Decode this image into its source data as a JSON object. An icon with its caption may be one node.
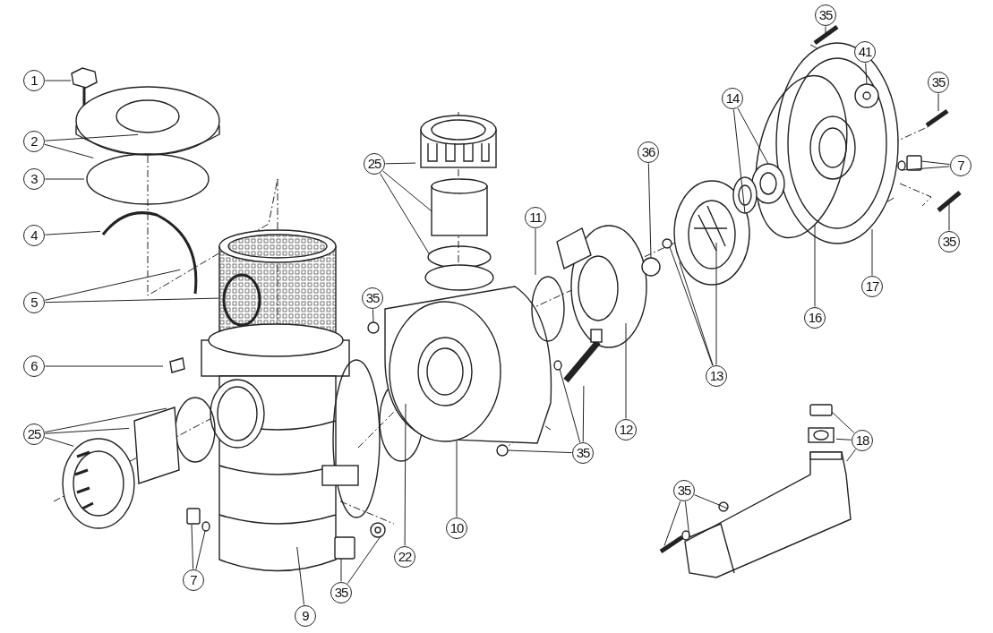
{
  "diagram": {
    "nodes": [
      {
        "text": [
          "1"
        ]
      },
      {
        "text": [
          "2"
        ]
      },
      {
        "text": [
          "3"
        ]
      },
      {
        "text": [
          "4"
        ]
      },
      {
        "text": [
          "5"
        ]
      },
      {
        "text": [
          "6"
        ]
      },
      {
        "text": [
          "25"
        ]
      },
      {
        "text": [
          "7"
        ]
      },
      {
        "text": [
          "9"
        ]
      },
      {
        "text": [
          "35"
        ]
      },
      {
        "text": [
          "22"
        ]
      },
      {
        "text": [
          "25"
        ]
      },
      {
        "text": [
          "35"
        ]
      },
      {
        "text": [
          "10"
        ]
      },
      {
        "text": [
          "11"
        ]
      },
      {
        "text": [
          "35"
        ]
      },
      {
        "text": [
          "12"
        ]
      },
      {
        "text": [
          "36"
        ]
      },
      {
        "text": [
          "13"
        ]
      },
      {
        "text": [
          "14"
        ]
      },
      {
        "text": [
          "35"
        ]
      },
      {
        "text": [
          "41"
        ]
      },
      {
        "text": [
          "35"
        ]
      },
      {
        "text": [
          "7"
        ]
      },
      {
        "text": [
          "35"
        ]
      },
      {
        "text": [
          "17"
        ]
      },
      {
        "text": [
          "16"
        ]
      },
      {
        "text": [
          "18"
        ]
      },
      {
        "text": [
          "35"
        ]
      },
      {
        "text": [],
        "shape": "box"
      },
      {
        "text": [],
        "shape": "circle"
      },
      {
        "text": [],
        "shape": "box"
      },
      {
        "text": [],
        "shape": "picture"
      },
      {
        "text": [],
        "shape": "circle"
      },
      {
        "text": [],
        "shape": "circle"
      },
      {
        "text": [],
        "shape": "picture"
      },
      {
        "text": [],
        "shape": "picture"
      },
      {
        "text": [],
        "shape": "circle"
      },
      {
        "text": [],
        "shape": "box"
      },
      {
        "text": [],
        "shape": "circle"
      },
      {
        "text": [],
        "shape": "circle"
      },
      {
        "text": [],
        "shape": "circle"
      },
      {
        "text": [],
        "shape": "circle"
      },
      {
        "text": [],
        "shape": "circle"
      },
      {
        "text": [],
        "shape": "box"
      },
      {
        "text": [],
        "shape": "picture"
      }
    ],
    "edges": [
      {
        "from": 0,
        "to": null,
        "arrow": "none"
      },
      {
        "from": 1,
        "to": null,
        "arrow": "none"
      },
      {
        "from": 1,
        "to": null,
        "arrow": "none"
      },
      {
        "from": 2,
        "to": null,
        "arrow": "none"
      },
      {
        "from": 3,
        "to": null,
        "arrow": "none"
      },
      {
        "from": 4,
        "to": null,
        "arrow": "none"
      },
      {
        "from": 4,
        "to": null,
        "arrow": "none"
      },
      {
        "from": 5,
        "to": null,
        "arrow": "none"
      },
      {
        "from": 6,
        "to": null,
        "arrow": "none"
      },
      {
        "from": 6,
        "to": null,
        "arrow": "none"
      },
      {
        "from": 6,
        "to": null,
        "arrow": "none"
      },
      {
        "from": 7,
        "to": 29,
        "arrow": "none"
      },
      {
        "from": 7,
        "to": 30,
        "arrow": "none"
      },
      {
        "from": 8,
        "to": null,
        "arrow": "none"
      },
      {
        "from": 9,
        "to": 31,
        "arrow": "none"
      },
      {
        "from": 9,
        "to": 32,
        "arrow": "none"
      },
      {
        "from": 10,
        "to": null,
        "arrow": "none"
      },
      {
        "from": 11,
        "to": null,
        "arrow": "none"
      },
      {
        "from": 11,
        "to": null,
        "arrow": "none"
      },
      {
        "from": 11,
        "to": null,
        "arrow": "none"
      },
      {
        "from": 12,
        "to": 33,
        "arrow": "none"
      },
      {
        "from": 13,
        "to": null,
        "arrow": "none"
      },
      {
        "from": 14,
        "to": null,
        "arrow": "none"
      },
      {
        "from": 15,
        "to": 41,
        "arrow": "none"
      },
      {
        "from": 15,
        "to": 42,
        "arrow": "none"
      },
      {
        "from": 15,
        "to": null,
        "arrow": "none"
      },
      {
        "from": 16,
        "to": null,
        "arrow": "none"
      },
      {
        "from": 17,
        "to": 43,
        "arrow": "none"
      },
      {
        "from": 18,
        "to": null,
        "arrow": "none"
      },
      {
        "from": 18,
        "to": 34,
        "arrow": "none"
      },
      {
        "from": 18,
        "to": null,
        "arrow": "none"
      },
      {
        "from": 19,
        "to": 45,
        "arrow": "none"
      },
      {
        "from": 19,
        "to": 35,
        "arrow": "none"
      },
      {
        "from": 20,
        "to": null,
        "arrow": "none"
      },
      {
        "from": 21,
        "to": 36,
        "arrow": "none"
      },
      {
        "from": 22,
        "to": null,
        "arrow": "none"
      },
      {
        "from": 23,
        "to": 37,
        "arrow": "none"
      },
      {
        "from": 23,
        "to": 44,
        "arrow": "none"
      },
      {
        "from": 24,
        "to": null,
        "arrow": "none"
      },
      {
        "from": 25,
        "to": null,
        "arrow": "none"
      },
      {
        "from": 26,
        "to": null,
        "arrow": "none"
      },
      {
        "from": 27,
        "to": 38,
        "arrow": "none"
      },
      {
        "from": 27,
        "to": null,
        "arrow": "none"
      },
      {
        "from": 27,
        "to": null,
        "arrow": "none"
      },
      {
        "from": 28,
        "to": 39,
        "arrow": "none"
      },
      {
        "from": 28,
        "to": 40,
        "arrow": "none"
      },
      {
        "from": 28,
        "to": null,
        "arrow": "none"
      }
    ]
  }
}
